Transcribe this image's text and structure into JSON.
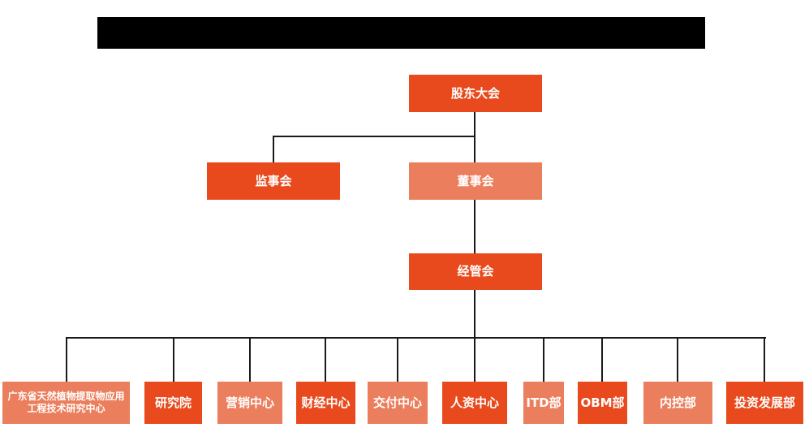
{
  "colors": {
    "primary": "#e84a1d",
    "secondary": "#eb7e5c",
    "line": "#1a1a1a",
    "node_text": "#ffffff",
    "redacted_bar": "#000000"
  },
  "org_chart": {
    "type": "org-tree",
    "redacted_title": "",
    "root": {
      "label": "股东大会",
      "variant": "dark"
    },
    "supervisory": {
      "label": "监事会",
      "variant": "dark"
    },
    "board": {
      "label": "董事会",
      "variant": "light"
    },
    "management": {
      "label": "经管会",
      "variant": "dark"
    },
    "departments": [
      {
        "label": "广东省天然植物提取物应用工程技术研究中心",
        "variant": "light"
      },
      {
        "label": "研究院",
        "variant": "dark"
      },
      {
        "label": "营销中心",
        "variant": "light"
      },
      {
        "label": "财经中心",
        "variant": "dark"
      },
      {
        "label": "交付中心",
        "variant": "light"
      },
      {
        "label": "人资中心",
        "variant": "dark"
      },
      {
        "label": "ITD部",
        "variant": "light"
      },
      {
        "label": "OBM部",
        "variant": "dark"
      },
      {
        "label": "内控部",
        "variant": "light"
      },
      {
        "label": "投资发展部",
        "variant": "dark"
      }
    ],
    "hierarchy": {
      "股东大会": [
        "监事会",
        "董事会"
      ],
      "董事会": [
        "经管会"
      ],
      "经管会": [
        "广东省天然植物提取物应用工程技术研究中心",
        "研究院",
        "营销中心",
        "财经中心",
        "交付中心",
        "人资中心",
        "ITD部",
        "OBM部",
        "内控部",
        "投资发展部"
      ]
    }
  }
}
